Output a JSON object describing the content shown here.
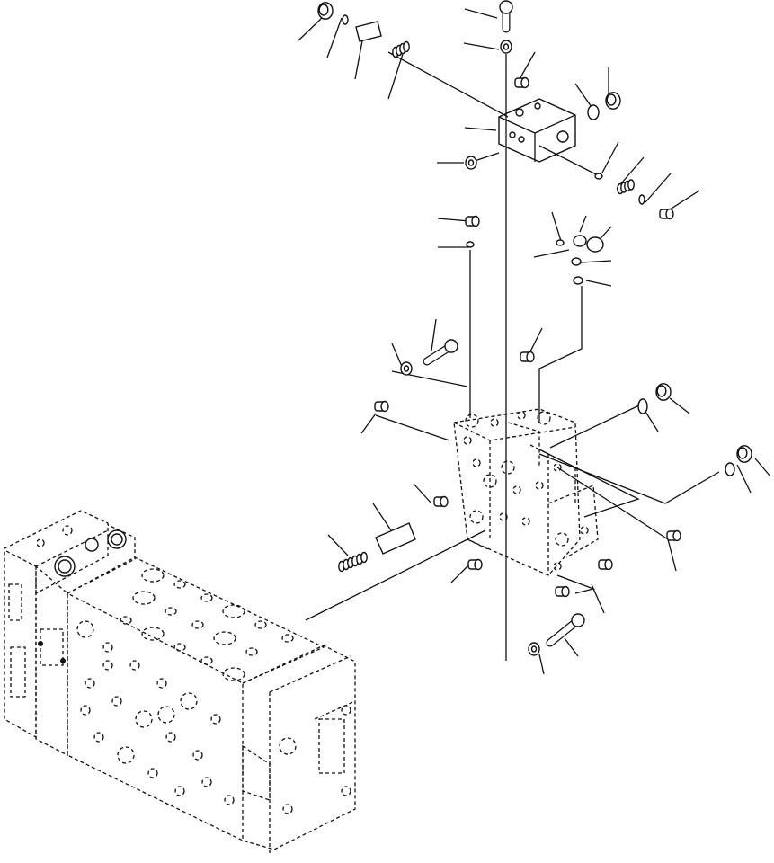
{
  "diagram": {
    "background": "#ffffff",
    "stroke": "#111111",
    "parts": [
      {
        "kind": "cap-plug"
      },
      {
        "kind": "o-ring"
      },
      {
        "kind": "fitting"
      },
      {
        "kind": "spring"
      },
      {
        "kind": "bolt"
      },
      {
        "kind": "washer"
      },
      {
        "kind": "block"
      },
      {
        "kind": "plug"
      },
      {
        "kind": "o-ring"
      },
      {
        "kind": "spring"
      },
      {
        "kind": "o-ring"
      },
      {
        "kind": "plug"
      },
      {
        "kind": "plug"
      },
      {
        "kind": "washer"
      },
      {
        "kind": "o-ring"
      },
      {
        "kind": "o-ring"
      },
      {
        "kind": "o-ring"
      },
      {
        "kind": "o-ring"
      },
      {
        "kind": "o-ring"
      },
      {
        "kind": "bolt"
      },
      {
        "kind": "washer"
      },
      {
        "kind": "plug"
      },
      {
        "kind": "plug"
      },
      {
        "kind": "o-ring"
      },
      {
        "kind": "plug"
      },
      {
        "kind": "o-ring"
      },
      {
        "kind": "plug"
      },
      {
        "kind": "spring"
      },
      {
        "kind": "sleeve"
      },
      {
        "kind": "plug"
      },
      {
        "kind": "plug"
      },
      {
        "kind": "plug"
      },
      {
        "kind": "plug"
      },
      {
        "kind": "bolt"
      },
      {
        "kind": "washer"
      }
    ]
  }
}
